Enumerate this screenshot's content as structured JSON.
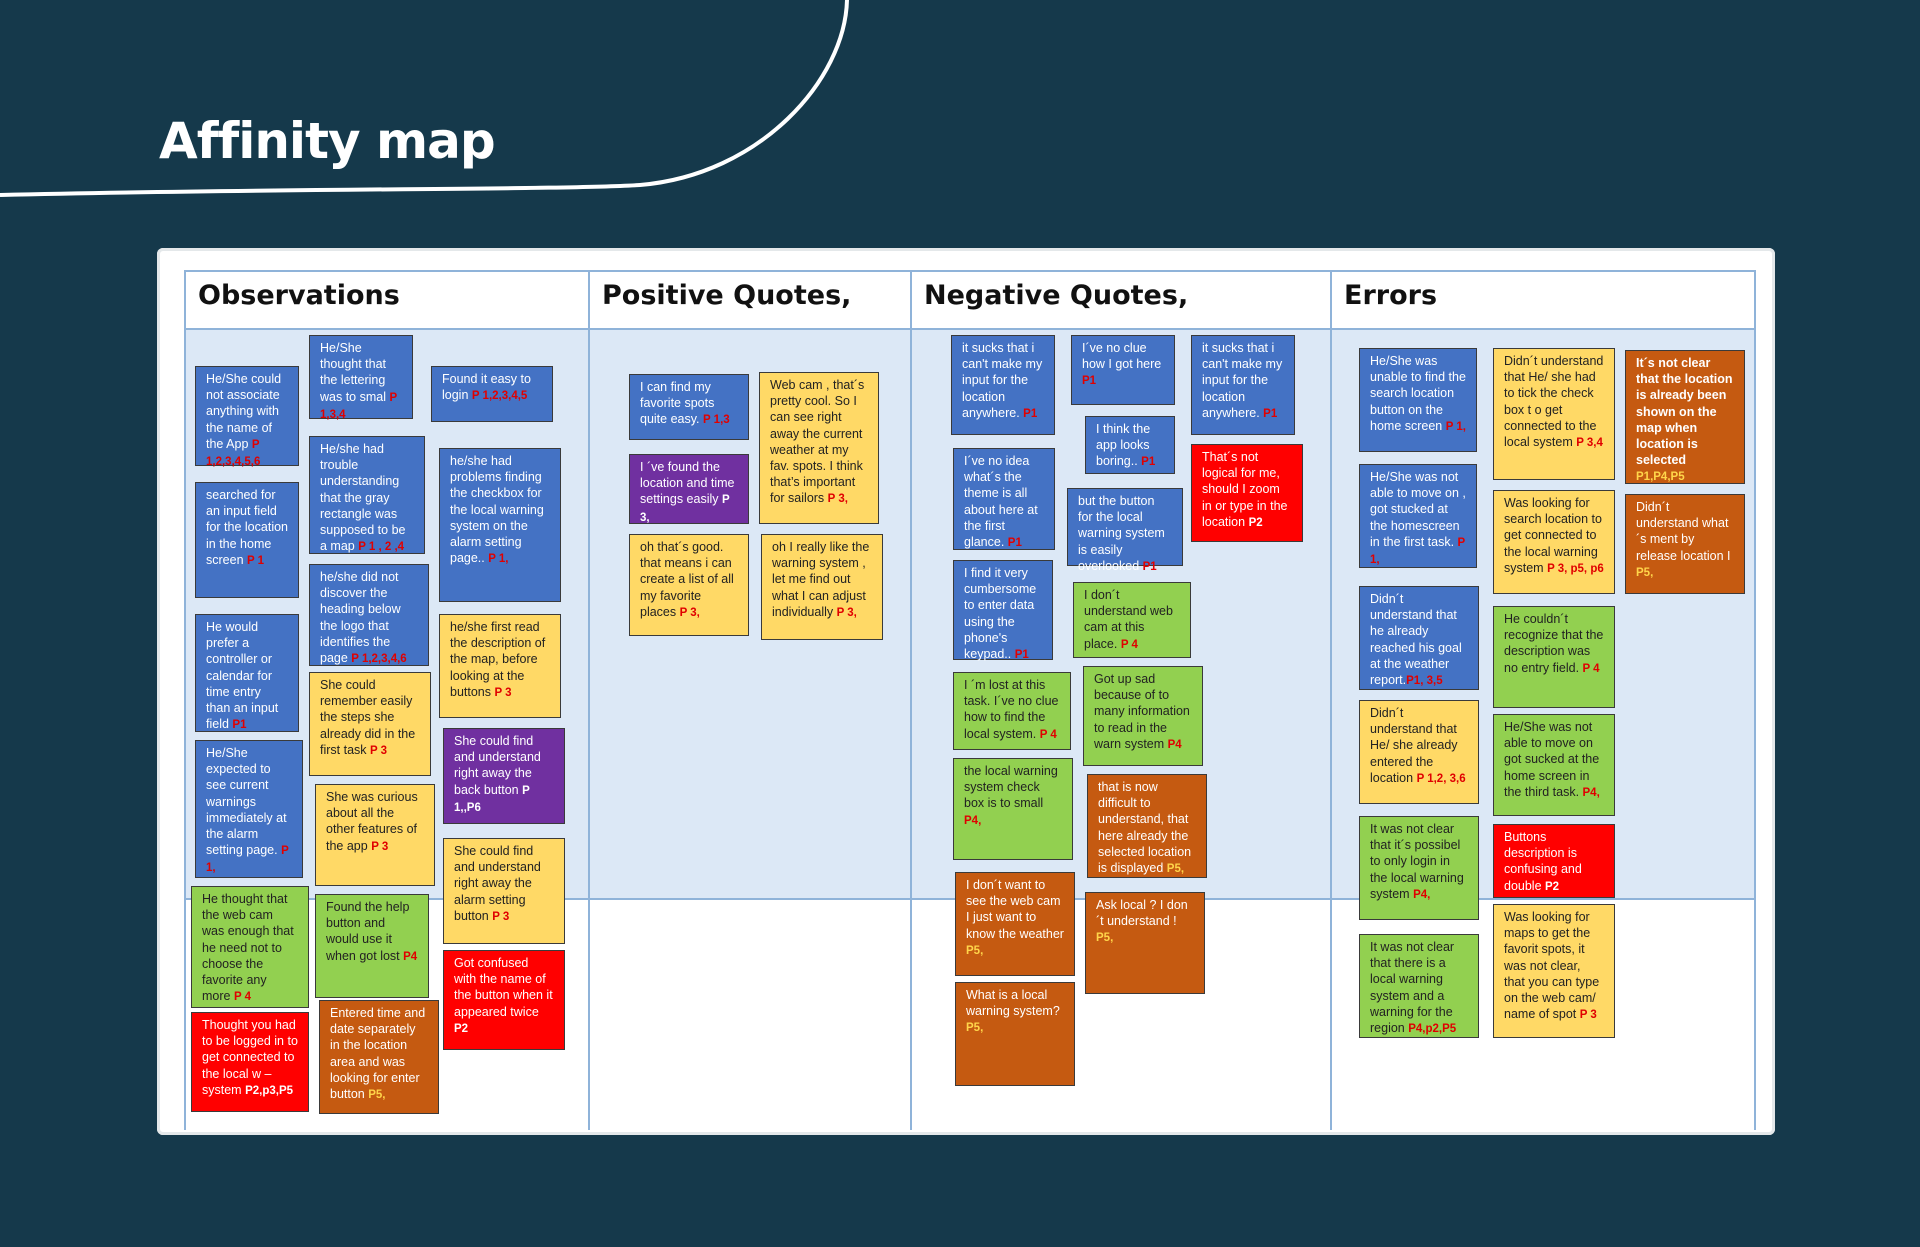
{
  "page": {
    "title": "Affinity map"
  },
  "colors": {
    "background": "#15394b",
    "blue": "#4472c4",
    "yellow": "#ffd966",
    "green": "#92d050",
    "red": "#ff0000",
    "purple": "#7030a0",
    "orange": "#c55a11",
    "ref_red": "#e00000"
  },
  "columns": {
    "observations": "Observations",
    "positive": "Positive Quotes,",
    "negative": "Negative Quotes,",
    "errors": "Errors"
  },
  "notes": {
    "obs1": {
      "text": "He/She could not associate anything with the name of the App ",
      "ref": "P 1,2,3,4,5,6"
    },
    "obs2": {
      "text": "He/She thought that the lettering was to smal ",
      "ref": "P 1,3,4"
    },
    "obs3": {
      "text": "Found it easy to login ",
      "ref": "P 1,2,3,4,5"
    },
    "obs4": {
      "text": "searched for an input field for the location in the home screen ",
      "ref": "P 1"
    },
    "obs5": {
      "text": "He/she had trouble understanding that the gray rectangle was supposed to be a map ",
      "ref": "P 1 , 2 ,4"
    },
    "obs6": {
      "text": "he/she had problems finding the checkbox for the local warning system on the alarm setting page.. ",
      "ref": "P 1,"
    },
    "obs7": {
      "text": "he/she did not discover the heading below the logo that identifies the page ",
      "ref": "P 1,2,3,4,6"
    },
    "obs8": {
      "text": "He would prefer a controller or calendar for time entry than an input field ",
      "ref": "P1"
    },
    "obs9": {
      "text": "he/she first read the description of the map, before looking at the buttons ",
      "ref": "P 3"
    },
    "obs10": {
      "text": "She could remember easily the steps she already did in the first task ",
      "ref": "P 3"
    },
    "obs11": {
      "text": "He/She expected to see current warnings immediately at the alarm setting page. ",
      "ref": "P 1,"
    },
    "obs12": {
      "text": "She could find and understand right away the back button ",
      "ref": "P 1,,P6"
    },
    "obs13": {
      "text": "She was curious about all the other features of the app ",
      "ref": "P 3"
    },
    "obs14": {
      "text": "She could find and understand right away the alarm setting button ",
      "ref": "P 3"
    },
    "obs15": {
      "text": "He thought that the web cam was enough that he need not to choose the favorite any more ",
      "ref": "P 4"
    },
    "obs16": {
      "text": "Found the help button and would use it when got lost ",
      "ref": "P4"
    },
    "obs17": {
      "text": "Got confused with the name of the button when it appeared twice ",
      "ref": "P2"
    },
    "obs18": {
      "text": "Thought you had to be logged in to get connected to the local w – system ",
      "ref": "P2,p3,P5"
    },
    "obs19": {
      "text": "Entered time and date separately in the location area and was looking for enter button ",
      "ref": "P5,"
    },
    "pos1": {
      "text": "I can find my favorite spots quite easy. ",
      "ref": "P 1,3"
    },
    "pos2": {
      "text": "Web cam , that´s pretty cool. So I can see right away the current weather at my fav. spots. I think that’s important for sailors ",
      "ref": "P 3,"
    },
    "pos3": {
      "text": "I ´ve found the location and time settings easily ",
      "ref": "P 3,"
    },
    "pos4": {
      "text": "oh that´s good. that means i can create a list of all my favorite places ",
      "ref": "P 3,"
    },
    "pos5": {
      "text": "oh I really like the warning system , let me find out what I can adjust individually ",
      "ref": "P 3,"
    },
    "neg1": {
      "text": "it sucks that i can't make my input for the location anywhere. ",
      "ref": "P1"
    },
    "neg2": {
      "text": "I´ve no clue how I got here ",
      "ref": "P1"
    },
    "neg3": {
      "text": "it sucks that i can't make my input for the location anywhere. ",
      "ref": "P1"
    },
    "neg4": {
      "text": "I think the app looks boring.. ",
      "ref": "P1"
    },
    "neg5": {
      "text": "I´ve no idea what´s the theme is all about here at the first glance. ",
      "ref": "P1"
    },
    "neg6": {
      "text": "but the button for the local warning system is easily overlooked ",
      "ref": "P1"
    },
    "neg7": {
      "text": "That´s not logical for me, should I zoom in or type in the location ",
      "ref": "P2"
    },
    "neg8": {
      "text": "I find it very cumbersome to enter data using the phone's keypad.. ",
      "ref": "P1"
    },
    "neg9": {
      "text": "I don´t understand web cam at this place. ",
      "ref": "P 4"
    },
    "neg10": {
      "text": "I ´m lost at this task. I´ve no clue how to find the local system. ",
      "ref": "P 4"
    },
    "neg11": {
      "text": "Got up sad because of to many information to read in the warn system ",
      "ref": "P4"
    },
    "neg12": {
      "text": "the local warning system check box is to small ",
      "ref": "P4,"
    },
    "neg13": {
      "text": "that is now difficult to understand, that here already the selected location is displayed ",
      "ref": "P5,"
    },
    "neg14": {
      "text": "I don´t want to see the web cam I just want to know the weather ",
      "ref": "P5,"
    },
    "neg15": {
      "text": "Ask local ? I don´t understand ! ",
      "ref": "P5,"
    },
    "neg16": {
      "text": "What is a local warning system? ",
      "ref": "P5,"
    },
    "err1": {
      "text": "He/She was unable to find the search location button on the home screen ",
      "ref": "P 1,"
    },
    "err2": {
      "text": "Didn´t understand that He/ she had to tick the check box t o get connected to the local system ",
      "ref": "P 3,4"
    },
    "err3": {
      "text": "It´s not clear that the location is already been shown on the map when location is selected ",
      "ref": "P1,P4,P5"
    },
    "err4": {
      "text": "He/She was not able to move on , got stucked at the homescreen in the first task. ",
      "ref": "P 1,"
    },
    "err5": {
      "text": "Was looking for search location to get connected to the local warning system ",
      "ref": "P 3, p5, p6"
    },
    "err6": {
      "text": "Didn´t understand what´s ment by release location I ",
      "ref": "P5,"
    },
    "err7": {
      "text": "Didn´t understand that he already reached his goal at the weather report.",
      "ref": "P1, 3,5"
    },
    "err8": {
      "text": "He couldn´t recognize that the description was no entry field. ",
      "ref": "P 4"
    },
    "err9": {
      "text": "Didn´t understand that He/ she already entered the location ",
      "ref": "P 1,2, 3,6"
    },
    "err10": {
      "text": "He/She was not able to move on got sucked at the home screen in the third task. ",
      "ref": "P4,"
    },
    "err11": {
      "text": "It was not clear that it´s possibel to only login in the local warning system ",
      "ref": "P4,"
    },
    "err12": {
      "text": "Buttons description is confusing and double ",
      "ref": "P2"
    },
    "err13": {
      "text": "It was not clear that there is a local warning system and a warning for the region ",
      "ref": "P4,p2,P5"
    },
    "err14": {
      "text": "Was looking for maps to get the favorit spots, it was not clear, that you can type on the web cam/ name of spot ",
      "ref": "P 3"
    }
  }
}
